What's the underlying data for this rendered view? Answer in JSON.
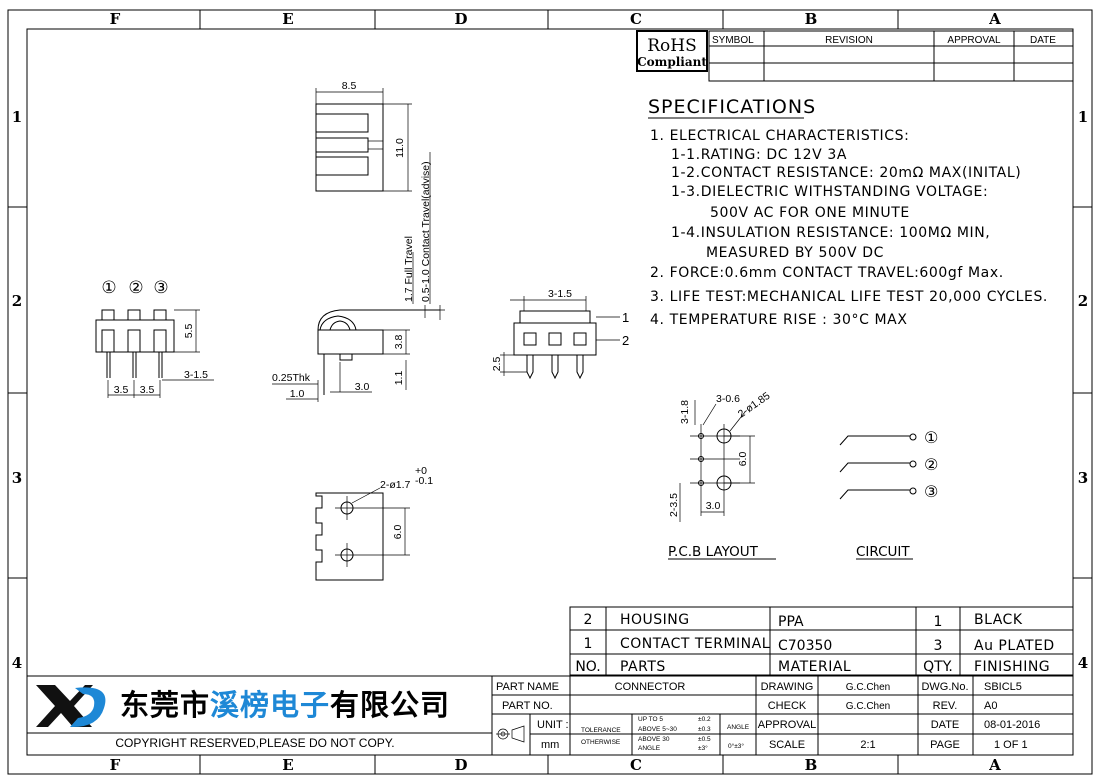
{
  "frame": {
    "col_letters": [
      "F",
      "E",
      "D",
      "C",
      "B",
      "A"
    ],
    "row_numbers": [
      "1",
      "2",
      "3",
      "4"
    ]
  },
  "rohs": {
    "line1": "RoHS",
    "line2": "Compliant"
  },
  "revision_table": {
    "headers": [
      "SYMBOL",
      "REVISION",
      "APPROVAL",
      "DATE"
    ]
  },
  "specifications": {
    "title": "SPECIFICATIONS",
    "lines": [
      "1. ELECTRICAL CHARACTERISTICS:",
      "1-1.RATING: DC 12V 3A",
      "1-2.CONTACT RESISTANCE: 20mΩ MAX(INITAL)",
      "1-3.DIELECTRIC WITHSTANDING VOLTAGE:",
      "500V AC FOR ONE MINUTE",
      "1-4.INSULATION RESISTANCE: 100MΩ MIN,",
      "MEASURED BY 500V DC",
      "2. FORCE:0.6mm CONTACT TRAVEL:600gf Max.",
      "3. LIFE TEST:MECHANICAL LIFE TEST 20,000 CYCLES.",
      "4. TEMPERATURE RISE : 30°C MAX"
    ]
  },
  "dimensions": {
    "top_width": "8.5",
    "top_height": "11.0",
    "full_travel": "1.7 Full Travel",
    "contact_travel": "0.5-1.0 Contact Travel(advise)",
    "side_h1": "3.8",
    "side_h2": "1.1",
    "thk": "0.25Thk",
    "side_w1": "1.0",
    "side_w2": "3.0",
    "front_h": "5.5",
    "front_pitch1": "3.5",
    "front_pitch2": "3.5",
    "front_pin": "3-1.5",
    "pin_labels": [
      "①",
      "②",
      "③"
    ],
    "right_pin": "3-1.5",
    "right_h": "2.5",
    "callout1": "1",
    "callout2": "2",
    "bottom_hole": "2-ø1.7",
    "bottom_tol_plus": "+0",
    "bottom_tol_minus": "-0.1",
    "bottom_spacing": "6.0"
  },
  "pcb_layout": {
    "label": "P.C.B LAYOUT",
    "hole_small": "3-0.6",
    "hole_big": "2-ø1.85",
    "dim_top": "3-1.8",
    "dim_side": "6.0",
    "dim_bottom": "3.0",
    "dim_left": "2-3.5"
  },
  "circuit": {
    "label": "CIRCUIT",
    "pins": [
      "①",
      "②",
      "③"
    ]
  },
  "parts_table": {
    "rows": [
      {
        "no": "2",
        "part": "HOUSING",
        "material": "PPA",
        "qty": "1",
        "finish": "BLACK"
      },
      {
        "no": "1",
        "part": "CONTACT TERMINAL",
        "material": "C70350",
        "qty": "3",
        "finish": "Au PLATED"
      }
    ],
    "header": {
      "no": "NO.",
      "part": "PARTS",
      "material": "MATERIAL",
      "qty": "QTY.",
      "finish": "FINISHING"
    }
  },
  "company": {
    "logo": "XD",
    "name_part1": "东莞市",
    "name_part2": "溪榜电子",
    "name_part3": "有限公司",
    "copyright": "COPYRIGHT RESERVED,PLEASE DO NOT COPY.",
    "accent_color": "#1e88d6"
  },
  "title_block": {
    "part_name_label": "PART NAME",
    "part_name": "CONNECTOR",
    "part_no_label": "PART NO.",
    "part_no": "",
    "unit_label": "UNIT :",
    "unit": "mm",
    "tolerance_label": "TOLERANCE",
    "otherwise_label": "OTHERWISE",
    "tol_rows": [
      "UP TO 5",
      "ABOVE 5~30",
      "ABOVE 30",
      "ANGLE"
    ],
    "tol_vals": [
      "±0.2",
      "±0.3",
      "±0.5",
      "±3°"
    ],
    "angle_label": "ANGLE",
    "angle_val": "0°±3°",
    "drawing_label": "DRAWING",
    "drawing_by": "G.C.Chen",
    "check_label": "CHECK",
    "check_by": "G.C.Chen",
    "approval_label": "APPROVAL",
    "approval_by": "",
    "scale_label": "SCALE",
    "scale": "2:1",
    "dwg_no_label": "DWG.No.",
    "dwg_no": "SBICL5",
    "rev_label": "REV.",
    "rev": "A0",
    "date_label": "DATE",
    "date": "08-01-2016",
    "page_label": "PAGE",
    "page": "1 OF 1"
  }
}
